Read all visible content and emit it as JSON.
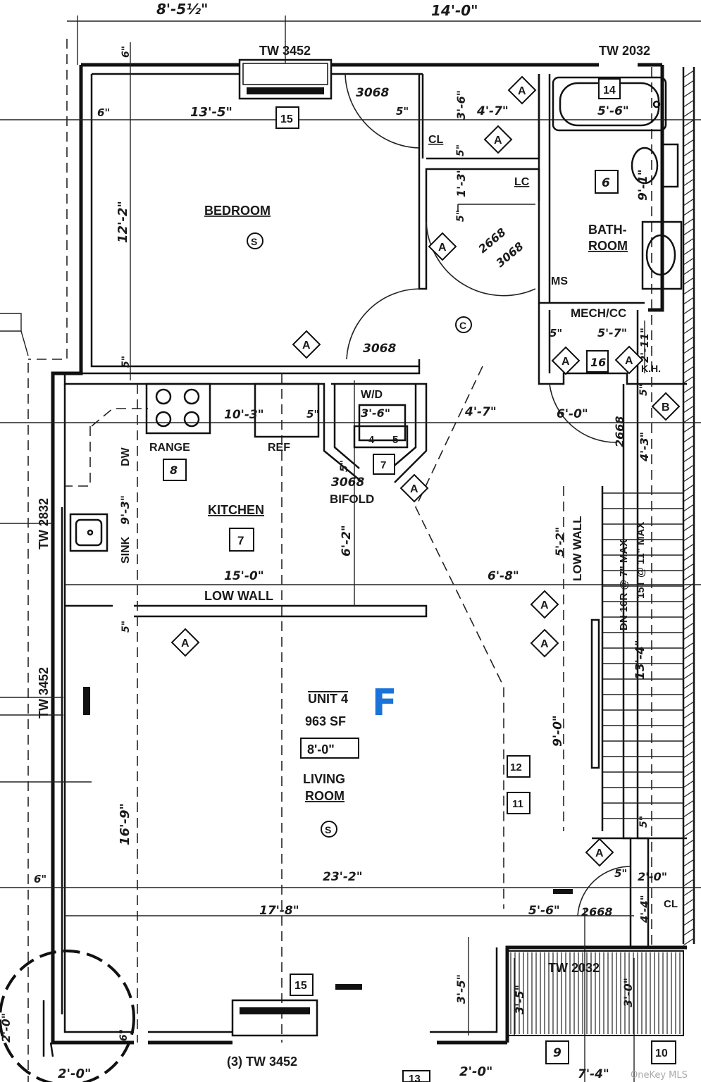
{
  "dimensions": {
    "top_left": "8'-5½\"",
    "top_right": "14'-0\"",
    "bedroom_width": "13'-5\"",
    "bedroom_depth": "12'-2\"",
    "closet_width": "4'-7\"",
    "bath_width": "5'-6\"",
    "bath_depth": "9'-1\"",
    "closet_depth": "3'-6\"",
    "lc_depth": "1'-3\"",
    "kitchen_width": "10'-3\"",
    "sink_run": "9'-3\"",
    "hall_width": "4'-7\"",
    "mech_width": "5'-7\"",
    "mech_depth": "2'-11\"",
    "hall_run": "6'-0\"",
    "stair_gap": "4'-3\"",
    "kitchen_depth": "6'-2\"",
    "kitchen_full": "15'-0\"",
    "hall_depth": "6'-8\"",
    "low_wall_len": "5'-2\"",
    "stair_len": "13'-4\"",
    "living_right": "9'-0\"",
    "living_depth": "16'-9\"",
    "living_total": "23'-2\"",
    "living_width": "17'-8\"",
    "cl_width": "5'-6\"",
    "cl_depth": "2'-0\"",
    "cl_side": "4'-4\"",
    "porch_depth": "3'-5\"",
    "porch_depth2": "3'-5\"",
    "porch_depth3": "3'-0\"",
    "bottom_left": "2'-0\"",
    "bottom_right": "2'-0\"",
    "bottom_far": "7'-4\"",
    "far_left": "2'-0\"",
    "wall_5a": "5\"",
    "wall_5b": "5\"",
    "wall_5c": "5\"",
    "wall_5d": "5\"",
    "wall_5e": "5\"",
    "wall_5f": "5\"",
    "wall_5g": "5\"",
    "wall_5h": "5\"",
    "wall_5i": "5\"",
    "wall_5j": "5\"",
    "wall_5k": "5\"",
    "wall_6a": "6\"",
    "wall_6b": "6\"",
    "wall_6c": "6\"",
    "wall_6d": "6\""
  },
  "windows": {
    "top_left": "TW 3452",
    "top_right": "TW 2032",
    "left_upper": "TW 2832",
    "left_lower": "TW 3452",
    "bottom": "(3) TW 3452",
    "porch": "TW 2032"
  },
  "doors": {
    "bedroom_closet": "3068",
    "bedroom": "3068",
    "bath": "2668",
    "bath2": "3068",
    "mech": "2668",
    "bifold": "3068",
    "bifold_label": "BIFOLD",
    "cl": "2668"
  },
  "rooms": {
    "bedroom": "BEDROOM",
    "bathroom_l1": "BATH-",
    "bathroom_l2": "ROOM",
    "kitchen": "KITCHEN",
    "living_l1": "LIVING",
    "living_l2": "ROOM",
    "mech": "MECH/CC",
    "cl": "CL",
    "cl2": "CL",
    "lc": "LC",
    "ms": "MS",
    "wd": "W/D",
    "kh": "K.H.",
    "range": "RANGE",
    "ref": "REF",
    "sink": "SINK",
    "dw": "DW",
    "low_wall": "LOW WALL",
    "low_wall_v": "LOW WALL",
    "stair": "DN 16R @ 7\" MAX",
    "stair2": "15T @ 11\" MAX"
  },
  "unit": {
    "name": "UNIT 4",
    "area": "963 SF",
    "ceiling": "8'-0\"",
    "letter": "F"
  },
  "tags": {
    "t15a": "15",
    "t15b": "15",
    "t14": "14",
    "t6": "6",
    "t8": "8",
    "t7a": "7",
    "t7b": "7",
    "t16": "16",
    "t4": "4",
    "t5": "5",
    "t12": "12",
    "t11": "11",
    "t9": "9",
    "t10": "10",
    "t13": "13",
    "diamond_a": "A",
    "diamond_b": "B",
    "circle_s": "S",
    "circle_c": "C"
  },
  "watermark": "OneKey MLS",
  "colors": {
    "ink": "#111111",
    "accent": "#1a73d9"
  }
}
